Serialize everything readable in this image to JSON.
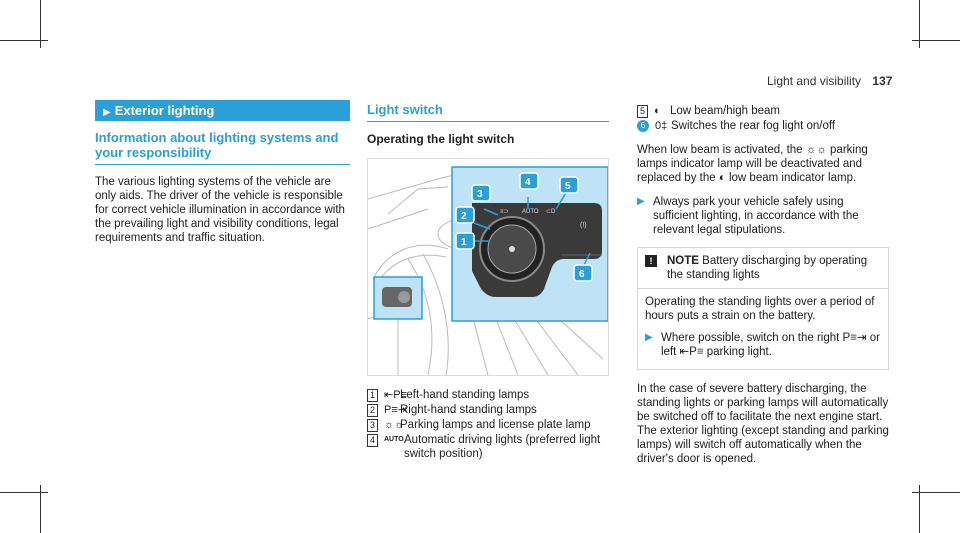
{
  "page": {
    "running_head": "Light and visibility",
    "page_number": "137"
  },
  "col1": {
    "band_title": "Exterior lighting",
    "subheading": "Information about lighting systems and your responsibility",
    "body": "The various lighting systems of the vehicle are only aids. The driver of the vehicle is responsible for correct vehicle illumination in accordance with the prevailing light and visibility conditions, legal requirements and traffic situation."
  },
  "col2": {
    "section_title": "Light switch",
    "sub_title": "Operating the light switch",
    "figure": {
      "callouts": [
        "1",
        "2",
        "3",
        "4",
        "5",
        "6"
      ],
      "auto_label": "AUTO"
    },
    "legend": [
      {
        "num": "1",
        "symbol": "⇤P≡",
        "text": "Left-hand standing lamps"
      },
      {
        "num": "2",
        "symbol": "P≡⇥",
        "text": "Right-hand standing lamps"
      },
      {
        "num": "3",
        "symbol": "☼☼",
        "text": "Parking lamps and license plate lamp"
      },
      {
        "num": "4",
        "symbol": "AUTO",
        "text": "Automatic driving lights (preferred light switch position)"
      }
    ]
  },
  "col3": {
    "legend": [
      {
        "num": "5",
        "symbol": "◐",
        "text": "Low beam/high beam"
      },
      {
        "num": "6",
        "symbol": "0‡",
        "text": "Switches the rear fog light on/off"
      }
    ],
    "para1": "When low beam is activated, the ☼☼ parking lamps indicator lamp will be deactivated and replaced by the ◐ low beam indicator lamp.",
    "step1": "Always park your vehicle safely using sufficient lighting, in accordance with the relevant legal stipulations.",
    "note": {
      "title": "NOTE",
      "title_text": "Battery discharging by operating the standing lights",
      "body": "Operating the standing lights over a period of hours puts a strain on the battery.",
      "step": "Where possible, switch on the right P≡⇥ or left ⇤P≡ parking light."
    },
    "para2": "In the case of severe battery discharging, the standing lights or parking lamps will automatically be switched off to facilitate the next engine start.",
    "para3": "The exterior lighting (except standing and parking lamps) will switch off automatically when the driver's door is opened."
  },
  "colors": {
    "accent": "#2a9fd8",
    "text": "#222222"
  }
}
